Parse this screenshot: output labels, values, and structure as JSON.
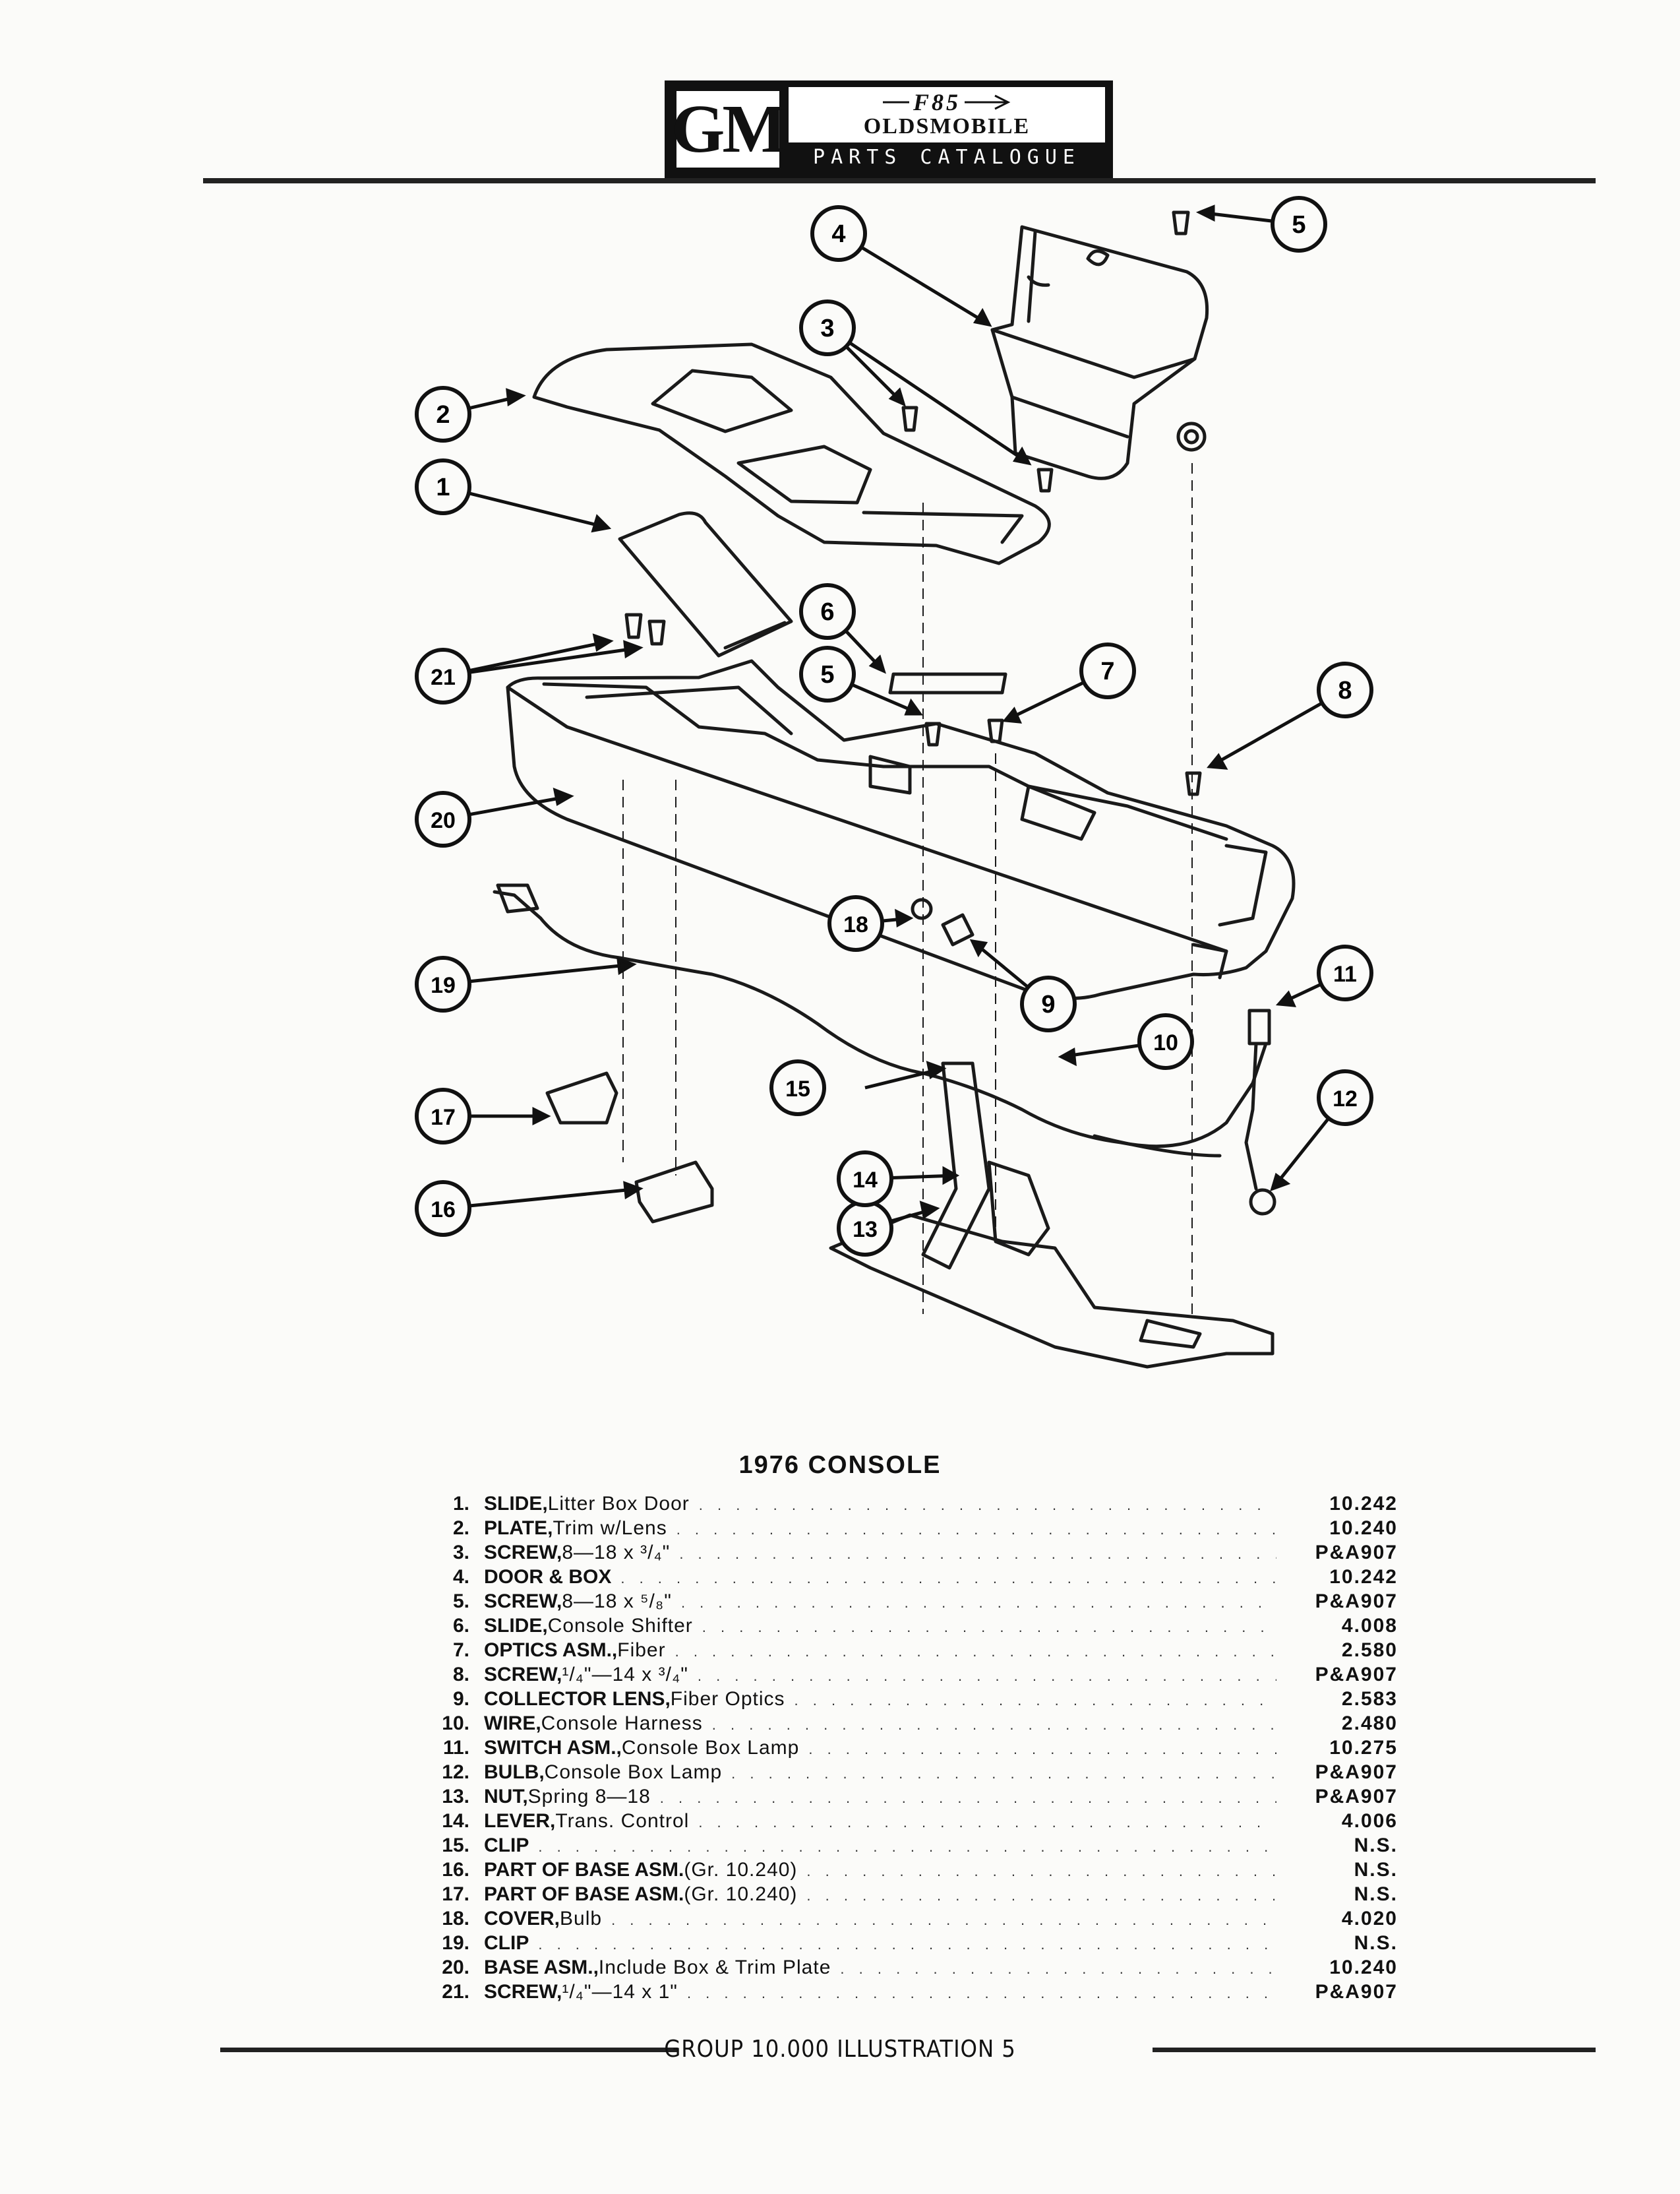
{
  "header": {
    "gm_logo": "GM",
    "model": "F85",
    "brand": "OLDSMOBILE",
    "catalogue": "PARTS CATALOGUE"
  },
  "diagram": {
    "callouts": [
      "1",
      "2",
      "3",
      "4",
      "5",
      "5",
      "6",
      "7",
      "8",
      "9",
      "10",
      "11",
      "12",
      "13",
      "14",
      "15",
      "16",
      "17",
      "18",
      "19",
      "20",
      "21"
    ]
  },
  "section_title": "1976 CONSOLE",
  "parts": [
    {
      "num": "1.",
      "name": "SLIDE,",
      "desc": "Litter Box Door",
      "ref": "10.242"
    },
    {
      "num": "2.",
      "name": "PLATE,",
      "desc": "Trim w/Lens",
      "ref": "10.240"
    },
    {
      "num": "3.",
      "name": "SCREW,",
      "desc": "8—18 x ³/₄\"",
      "ref": "P&A907"
    },
    {
      "num": "4.",
      "name": "DOOR & BOX",
      "desc": "",
      "ref": "10.242"
    },
    {
      "num": "5.",
      "name": "SCREW,",
      "desc": "8—18 x ⁵/₈\"",
      "ref": "P&A907"
    },
    {
      "num": "6.",
      "name": "SLIDE,",
      "desc": "Console Shifter",
      "ref": "4.008"
    },
    {
      "num": "7.",
      "name": "OPTICS ASM.,",
      "desc": "Fiber",
      "ref": "2.580"
    },
    {
      "num": "8.",
      "name": "SCREW,",
      "desc": "¹/₄\"—14 x ³/₄\"",
      "ref": "P&A907"
    },
    {
      "num": "9.",
      "name": "COLLECTOR LENS,",
      "desc": "Fiber Optics",
      "ref": "2.583"
    },
    {
      "num": "10.",
      "name": "WIRE,",
      "desc": "Console Harness",
      "ref": "2.480"
    },
    {
      "num": "11.",
      "name": "SWITCH ASM.,",
      "desc": "Console Box Lamp",
      "ref": "10.275"
    },
    {
      "num": "12.",
      "name": "BULB,",
      "desc": "Console Box Lamp",
      "ref": "P&A907"
    },
    {
      "num": "13.",
      "name": "NUT,",
      "desc": "Spring 8—18",
      "ref": "P&A907"
    },
    {
      "num": "14.",
      "name": "LEVER,",
      "desc": "Trans. Control",
      "ref": "4.006"
    },
    {
      "num": "15.",
      "name": "CLIP",
      "desc": "",
      "ref": "N.S."
    },
    {
      "num": "16.",
      "name": "PART OF BASE ASM.",
      "desc": "(Gr. 10.240)",
      "ref": "N.S."
    },
    {
      "num": "17.",
      "name": "PART OF BASE ASM.",
      "desc": "(Gr. 10.240)",
      "ref": "N.S."
    },
    {
      "num": "18.",
      "name": "COVER,",
      "desc": "Bulb",
      "ref": "4.020"
    },
    {
      "num": "19.",
      "name": "CLIP",
      "desc": "",
      "ref": "N.S."
    },
    {
      "num": "20.",
      "name": "BASE ASM.,",
      "desc": "Include Box & Trim Plate",
      "ref": "10.240"
    },
    {
      "num": "21.",
      "name": "SCREW,",
      "desc": "¹/₄\"—14 x 1\"",
      "ref": "P&A907"
    }
  ],
  "footer": "GROUP 10.000 ILLUSTRATION 5"
}
